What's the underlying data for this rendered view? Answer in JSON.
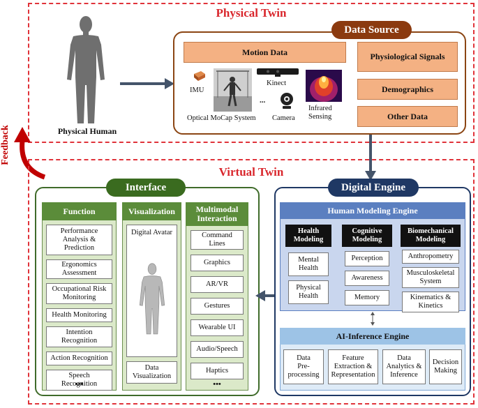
{
  "physical_twin": {
    "title": "Physical Twin",
    "human_label": "Physical Human",
    "data_source": {
      "title": "Data Source",
      "motion_data": {
        "title": "Motion Data",
        "imu": "IMU",
        "mocap": "Optical MoCap System",
        "kinect": "Kinect",
        "ellipsis": "...",
        "camera": "Camera",
        "infrared": "Infrared\nSensing"
      },
      "physiological": "Physiological Signals",
      "demographics": "Demographics",
      "other": "Other Data"
    }
  },
  "feedback": "Feedback",
  "virtual_twin": {
    "title": "Virtual Twin",
    "interface": {
      "title": "Interface",
      "function": {
        "title": "Function",
        "items": [
          "Performance\nAnalysis &\nPrediction",
          "Ergonomics\nAssessment",
          "Occupational Risk\nMonitoring",
          "Health Monitoring",
          "Intention\nRecognition",
          "Action Recognition",
          "Speech\nRecognition"
        ],
        "more": "•••"
      },
      "visualization": {
        "title": "Visualization",
        "avatar": "Digital Avatar",
        "data_vis": "Data\nVisualization"
      },
      "multimodal": {
        "title": "Multimodal\nInteraction",
        "items": [
          "Command\nLines",
          "Graphics",
          "AR/VR",
          "Gestures",
          "Wearable UI",
          "Audio/Speech",
          "Haptics"
        ],
        "more": "•••"
      }
    },
    "digital_engine": {
      "title": "Digital Engine",
      "hme": {
        "title": "Human Modeling Engine",
        "health": {
          "title": "Health\nModeling",
          "items": [
            "Mental\nHealth",
            "Physical\nHealth"
          ]
        },
        "cognitive": {
          "title": "Cognitive\nModeling",
          "items": [
            "Perception",
            "Awareness",
            "Memory"
          ]
        },
        "biomech": {
          "title": "Biomechanical\nModeling",
          "items": [
            "Anthropometry",
            "Musculoskeletal\nSystem",
            "Kinematics &\nKinetics"
          ]
        }
      },
      "ai": {
        "title": "AI-Inference Engine",
        "items": [
          "Data\nPre-\nprocessing",
          "Feature\nExtraction &\nRepresentation",
          "Data\nAnalytics &\nInference",
          "Decision\nMaking"
        ]
      }
    }
  },
  "colors": {
    "zone_border": "#e0333a",
    "data_source": "#8b4513",
    "interface": "#3f6b2a",
    "digital_engine": "#1f3864",
    "hme": "#5b7fc0",
    "ai": "#9dc3e6"
  }
}
